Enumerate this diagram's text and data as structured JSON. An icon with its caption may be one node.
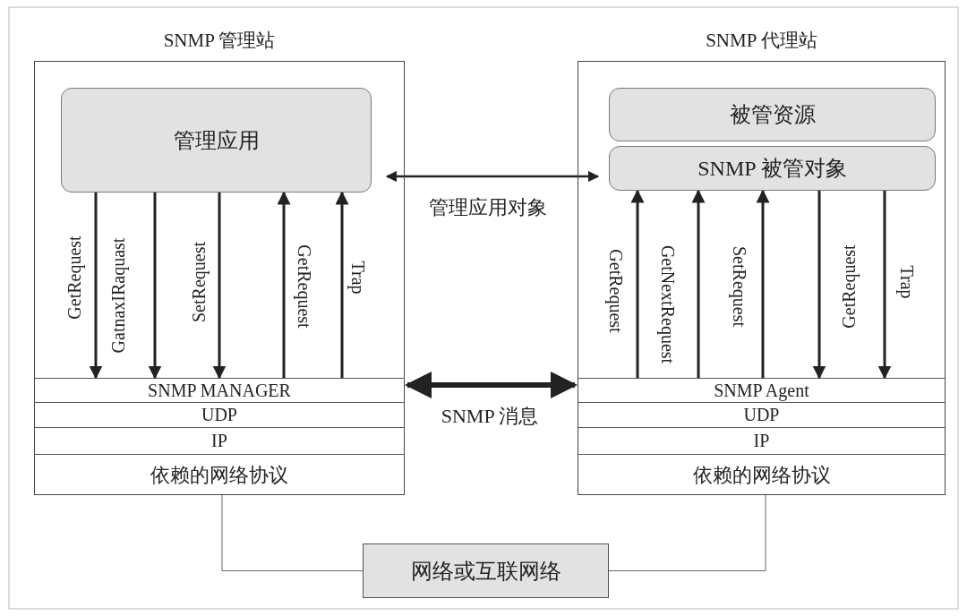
{
  "diagram": {
    "nodes": [
      {
        "text": [
          "SNMP 管理站"
        ]
      },
      {
        "text": [
          "管理应用"
        ],
        "in": 0
      },
      {
        "text": [
          "SNMP MANAGER"
        ],
        "in": 0
      },
      {
        "text": [
          "UDP"
        ],
        "in": 0
      },
      {
        "text": [
          "IP"
        ],
        "in": 0
      },
      {
        "text": [
          "依赖的网络协议"
        ],
        "in": 0
      },
      {
        "text": [
          "SNMP 代理站"
        ]
      },
      {
        "text": [
          "被管资源"
        ],
        "in": 6
      },
      {
        "text": [
          "SNMP 被管对象"
        ],
        "in": 6
      },
      {
        "text": [
          "SNMP Agent"
        ],
        "in": 6
      },
      {
        "text": [
          "UDP"
        ],
        "in": 6
      },
      {
        "text": [
          "IP"
        ],
        "in": 6
      },
      {
        "text": [
          "依赖的网络协议"
        ],
        "in": 6
      },
      {
        "text": [
          "网络或互联网络"
        ]
      }
    ],
    "edges": [
      {
        "from": 1,
        "to": 2,
        "arrow": "to",
        "label": "GetRequest"
      },
      {
        "from": 1,
        "to": 2,
        "arrow": "to",
        "label": "GatnaxIRaquast"
      },
      {
        "from": 1,
        "to": 2,
        "arrow": "to",
        "label": "SetRequest"
      },
      {
        "from": 2,
        "to": 1,
        "arrow": "to",
        "label": "GetRequest"
      },
      {
        "from": 2,
        "to": 1,
        "arrow": "to",
        "label": "Trap"
      },
      {
        "from": 9,
        "to": 8,
        "arrow": "to",
        "label": "GetRequest"
      },
      {
        "from": 9,
        "to": 8,
        "arrow": "to",
        "label": "GetNextRequest"
      },
      {
        "from": 9,
        "to": 8,
        "arrow": "to",
        "label": "SetRequest"
      },
      {
        "from": 8,
        "to": 9,
        "arrow": "to",
        "label": "GetRequest"
      },
      {
        "from": 8,
        "to": 9,
        "arrow": "to",
        "label": "Trap"
      },
      {
        "from": 1,
        "to": 8,
        "arrow": "both",
        "label": "管理应用对象"
      },
      {
        "from": 2,
        "to": 9,
        "arrow": "both",
        "label": "SNMP 消息",
        "style": "thick"
      },
      {
        "from": 5,
        "to": 13,
        "arrow": "none"
      },
      {
        "from": 12,
        "to": 13,
        "arrow": "none"
      }
    ]
  }
}
